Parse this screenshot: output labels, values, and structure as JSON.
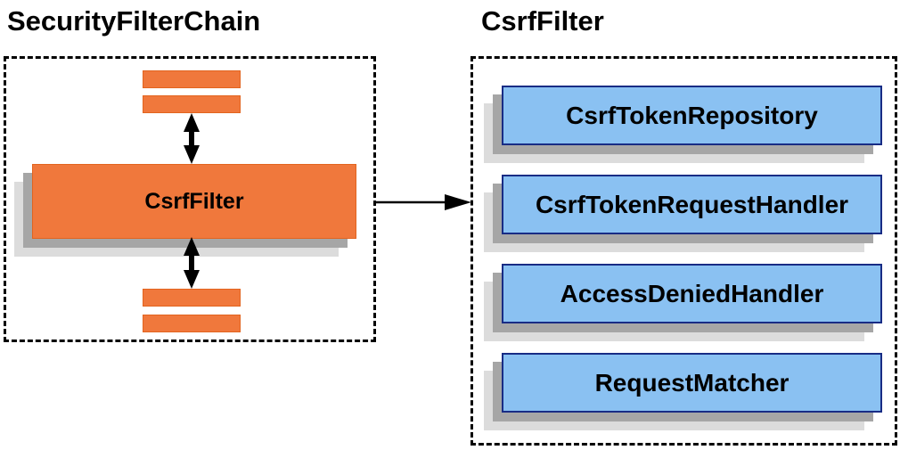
{
  "left_panel": {
    "title": "SecurityFilterChain",
    "filter_box_label": "CsrfFilter"
  },
  "right_panel": {
    "title": "CsrfFilter",
    "components": [
      {
        "label": "CsrfTokenRepository"
      },
      {
        "label": "CsrfTokenRequestHandler"
      },
      {
        "label": "AccessDeniedHandler"
      },
      {
        "label": "RequestMatcher"
      }
    ]
  },
  "colors": {
    "orange_fill": "#f0783c",
    "orange_border": "#e2641f",
    "blue_fill": "#8ac1f2",
    "blue_border": "#182c85",
    "shadow_dark": "#a6a6a6",
    "shadow_light": "#dcdcdc",
    "arrow": "#000000",
    "background": "#ffffff",
    "text": "#000000"
  }
}
